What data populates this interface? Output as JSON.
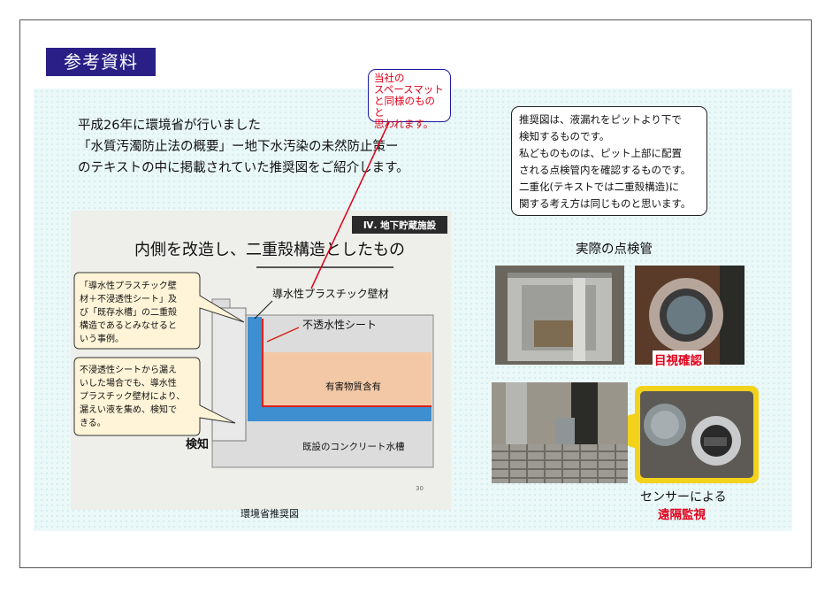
{
  "title": "参考資料",
  "intro": {
    "line1": "平成26年に環境省が行いました",
    "line2": "「水質汚濁防止法の概要」ー地下水汚染の未然防止策ー",
    "line3": "のテキストの中に掲載されていた推奨図をご紹介します。"
  },
  "callout": {
    "line1": "当社の",
    "line2": "スペースマット",
    "line3": "と同様のものと",
    "line4": "思われます。"
  },
  "note": {
    "line1": "推奨図は、液漏れをピットより下で",
    "line2": "検知するものです。",
    "line3": "私どものものは、ピット上部に配置",
    "line4": "される点検管内を確認するものです。",
    "line5": "二重化(テキストでは二重殻構造)に",
    "line6": "関する考え方は同じものと思います。"
  },
  "diagram": {
    "section_tag": "Ⅳ. 地下貯蔵施設",
    "heading": "内側を改造し、二重殻構造としたもの",
    "label_conductive": "導水性プラスチック壁材",
    "label_impermeable": "不透水性シート",
    "label_hazard": "有害物質含有",
    "label_concrete": "既設のコンクリート水槽",
    "label_detect": "検知",
    "page_no": "30",
    "bubble1": {
      "l1": "「導水性プラスチック壁",
      "l2": "材＋不浸透性シート」及",
      "l3": "び「既存水槽」の二重殻",
      "l4": "構造であるとみなせると",
      "l5": "いう事例。"
    },
    "bubble2": {
      "l1": "不浸透性シートから漏え",
      "l2": "いした場合でも、導水性",
      "l3": "プラスチック壁材により、",
      "l4": "漏えい液を集め、検知で",
      "l5": "きる。"
    }
  },
  "figure_caption": "環境省推奨図",
  "photos": {
    "heading": "実際の点検管",
    "visual_check": "目視確認",
    "sensor_by": "センサーによる",
    "remote": "遠隔監視"
  },
  "colors": {
    "title_bg": "#2a1f86",
    "accent_red": "#e0001a",
    "callout_border": "#1b1ba8",
    "highlight_yellow": "#f2d21a",
    "wall_blue": "#3d8fd0",
    "hazard_fill": "#f2c8a6"
  }
}
